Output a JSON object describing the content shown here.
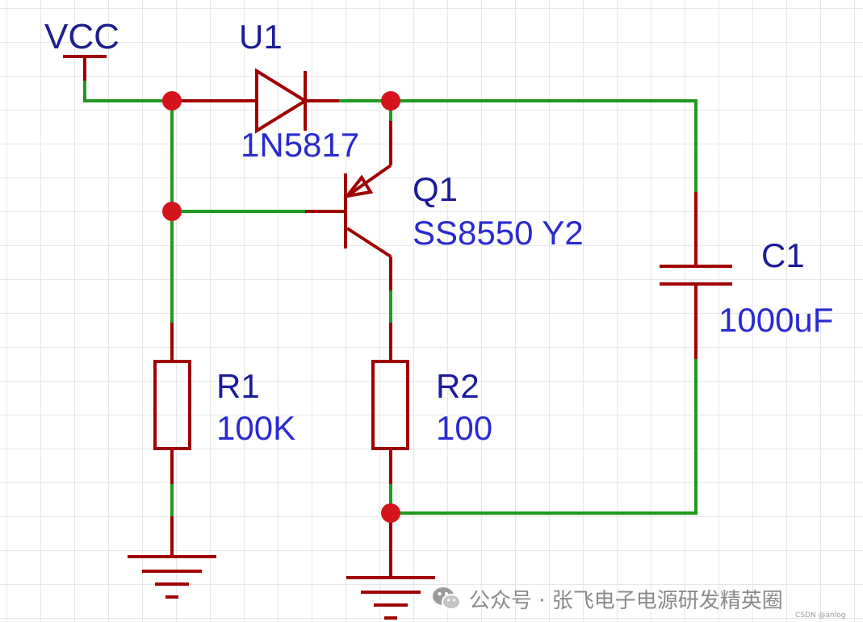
{
  "schematic": {
    "net_labels": {
      "vcc": "VCC"
    },
    "components": {
      "u1": {
        "designator": "U1",
        "value": "1N5817"
      },
      "q1": {
        "designator": "Q1",
        "value": "SS8550 Y2"
      },
      "c1": {
        "designator": "C1",
        "value": "1000uF"
      },
      "r1": {
        "designator": "R1",
        "value": "100K"
      },
      "r2": {
        "designator": "R2",
        "value": "100"
      }
    },
    "colors": {
      "wire": "#1f9a1f",
      "component": "#a00000",
      "junction": "#d4141c",
      "label": "#1c1c9a",
      "grid": "#e7e7e7"
    }
  },
  "watermark": {
    "icon": "wechat-icon",
    "text": "公众号 · 张飞电子电源研发精英圈"
  },
  "credit": "CSDN @anlog"
}
